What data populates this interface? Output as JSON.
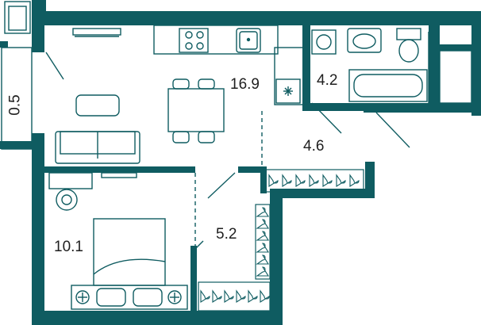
{
  "floorplan": {
    "colors": {
      "wall": "#0f5c61",
      "line": "#0f5c61",
      "text": "#1f1f1f",
      "background": "#ffffff"
    },
    "rooms": [
      {
        "id": "living-kitchen",
        "area": "16.9"
      },
      {
        "id": "bathroom",
        "area": "4.2"
      },
      {
        "id": "hallway",
        "area": "4.6"
      },
      {
        "id": "corridor",
        "area": "5.2"
      },
      {
        "id": "bedroom",
        "area": "10.1"
      },
      {
        "id": "balcony",
        "area": "0.5"
      }
    ],
    "furniture": [
      "tv",
      "sofa",
      "coffee-table",
      "dining-table",
      "chairs",
      "kitchen-counter",
      "stove",
      "sink",
      "washing-machine",
      "bathroom-sink",
      "toilet",
      "bathtub",
      "bed",
      "nightstands",
      "desk",
      "armchair",
      "wardrobe-hangers"
    ]
  }
}
